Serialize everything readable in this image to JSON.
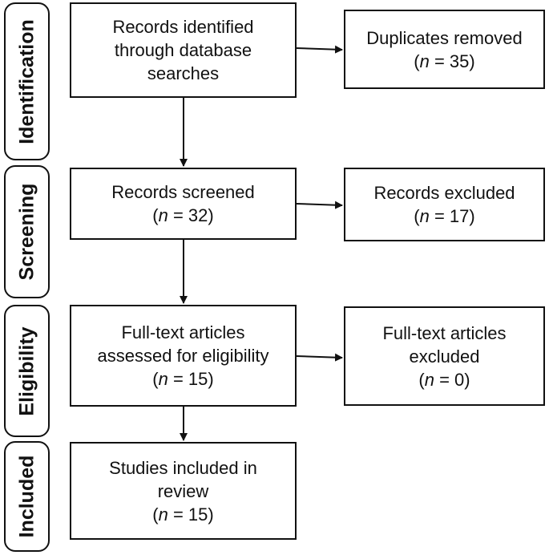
{
  "phases": {
    "identification": "Identification",
    "screening": "Screening",
    "eligibility": "Eligibility",
    "included": "Included"
  },
  "main_boxes": {
    "identified": {
      "lines": [
        "Records identified",
        "through database",
        "searches"
      ]
    },
    "screened": {
      "lines": [
        "Records screened"
      ],
      "n": "= 32"
    },
    "fulltext": {
      "lines": [
        "Full-text articles",
        "assessed for eligibility"
      ],
      "n": "= 15"
    },
    "included": {
      "lines": [
        "Studies included in",
        "review"
      ],
      "n": "= 15"
    }
  },
  "side_boxes": {
    "duplicates": {
      "lines": [
        "Duplicates removed"
      ],
      "n": "= 35)"
    },
    "excluded": {
      "lines": [
        "Records excluded"
      ],
      "n": "= 17)"
    },
    "fulltext_excluded": {
      "lines": [
        "Full-text articles",
        "excluded"
      ],
      "n": "= 0)"
    }
  },
  "n_symbol": "n"
}
